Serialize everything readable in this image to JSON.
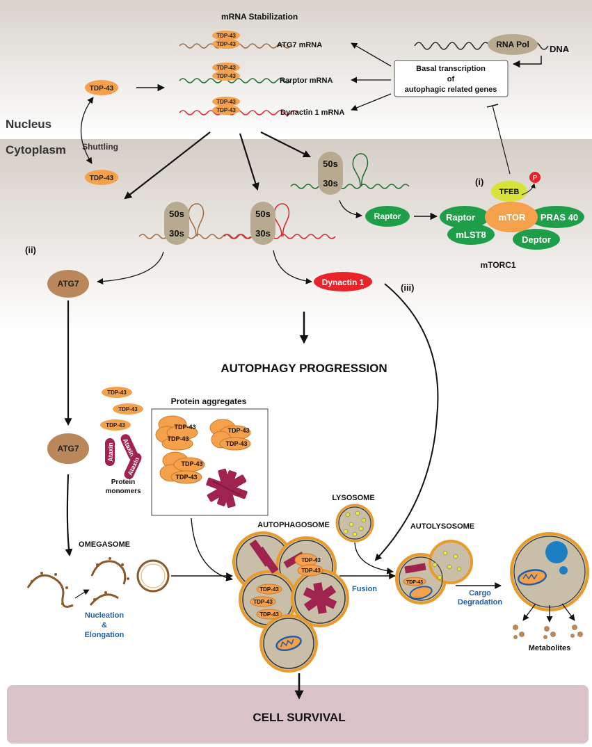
{
  "regions": {
    "nucleus": "Nucleus",
    "cytoplasm": "Cytoplasm",
    "shuttling": "Shuttling"
  },
  "nucleus": {
    "stabilization_title": "mRNA Stabilization",
    "tdp43": "TDP-43",
    "atg7_mrna": "ATG7 mRNA",
    "raptor_mrna": "Rarptor mRNA",
    "dynactin_mrna": "Dynactin 1 mRNA",
    "rna_pol": "RNA Pol",
    "dna": "DNA",
    "basal_line1": "Basal transcription",
    "basal_line2": "of",
    "basal_line3": "autophagic related genes"
  },
  "ribosome": {
    "large": "50s",
    "small": "30s"
  },
  "mtorc1": {
    "raptor": "Raptor",
    "mtor": "mTOR",
    "pras40": "PRAS 40",
    "mlst8": "mLST8",
    "deptor": "Deptor",
    "tfeb": "TFEB",
    "phospho": "P",
    "label": "mTORC1",
    "marker": "(i)"
  },
  "pathway": {
    "marker_ii": "(ii)",
    "marker_iii": "(iii)",
    "atg7": "ATG7",
    "dynactin1": "Dynactin 1",
    "progression": "AUTOPHAGY PROGRESSION"
  },
  "aggregates": {
    "title": "Protein aggregates",
    "tdp43": "TDP-43",
    "ataxin": "Ataxin",
    "monomers_line1": "Protein",
    "monomers_line2": "monomers"
  },
  "stages": {
    "omegasome": "OMEGASOME",
    "nucleation": "Nucleation",
    "amp": "&",
    "elongation": "Elongation",
    "autophagosome": "AUTOPHAGOSOME",
    "lysosome": "LYSOSOME",
    "fusion": "Fusion",
    "autolysosome": "AUTOLYSOSOME",
    "cargo1": "Cargo",
    "cargo2": "Degradation",
    "metabolites": "Metabolites"
  },
  "bottom": {
    "cell_survival": "CELL SURVIVAL"
  },
  "colors": {
    "tdp43": "#f5a04a",
    "ribosome": "#b7aa91",
    "atg7": "#b9875a",
    "dynactin": "#e8232a",
    "green_protein": "#1f9e4a",
    "tfeb": "#d7e23c",
    "ataxin": "#a0224e",
    "membrane": "#e89a2a",
    "lumen": "#c9bfa8",
    "nucleus_bg": "#e6e2dc",
    "cytoplasm_bg": "#d9d4cc",
    "survival_bg": "#d9c3c8"
  }
}
